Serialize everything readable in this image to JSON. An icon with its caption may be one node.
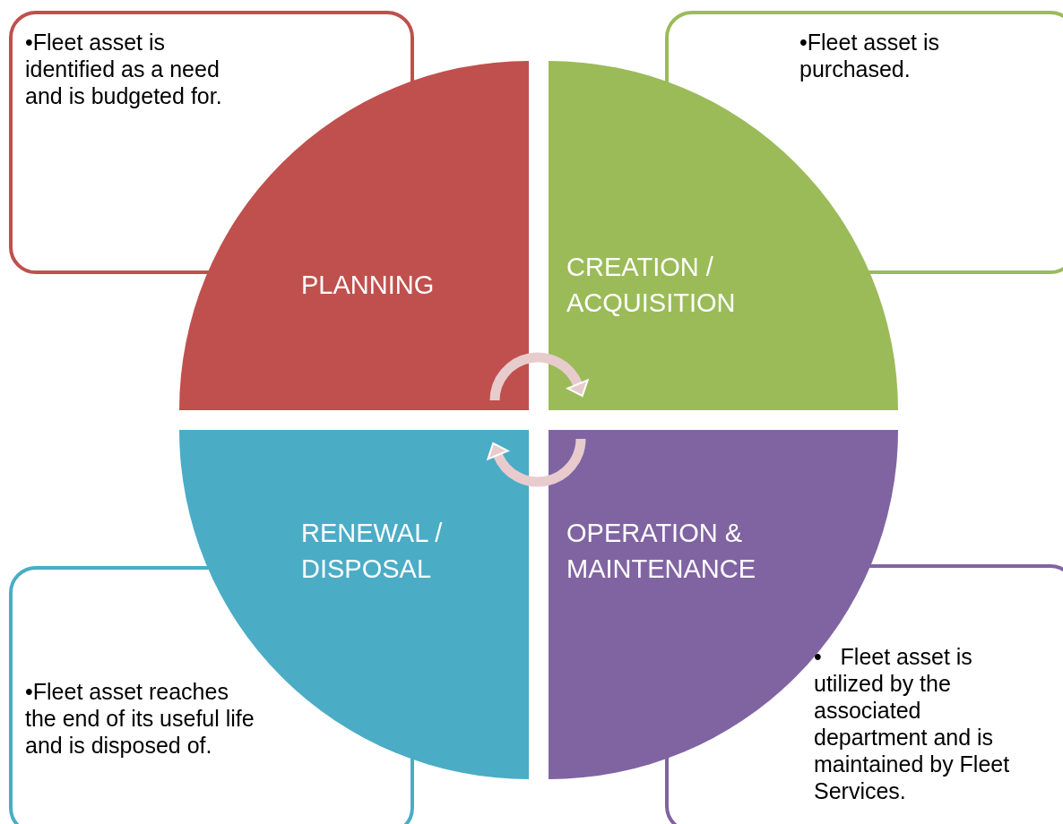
{
  "diagram": {
    "nodes": [
      {
        "text": [
          "•Fleet asset is identified as a need and is budgeted for."
        ]
      },
      {
        "text": [
          "•Fleet asset is purchased."
        ]
      },
      {
        "text": [
          "PLANNING"
        ]
      },
      {
        "text": [
          "CREATION / ACQUISITION"
        ]
      },
      {
        "text": [
          "RENEWAL / DISPOSAL"
        ]
      },
      {
        "text": [
          "OPERATION & MAINTENANCE"
        ]
      },
      {
        "text": [
          "•Fleet asset reaches the end of its useful life and is disposed of."
        ]
      },
      {
        "text": [
          "•   Fleet asset is utilized by the associated department and is maintained by Fleet Services."
        ]
      }
    ],
    "edges": [
      {
        "from": 2,
        "to": 3,
        "arrow": "to"
      },
      {
        "from": 5,
        "to": 4,
        "arrow": "to"
      }
    ]
  }
}
